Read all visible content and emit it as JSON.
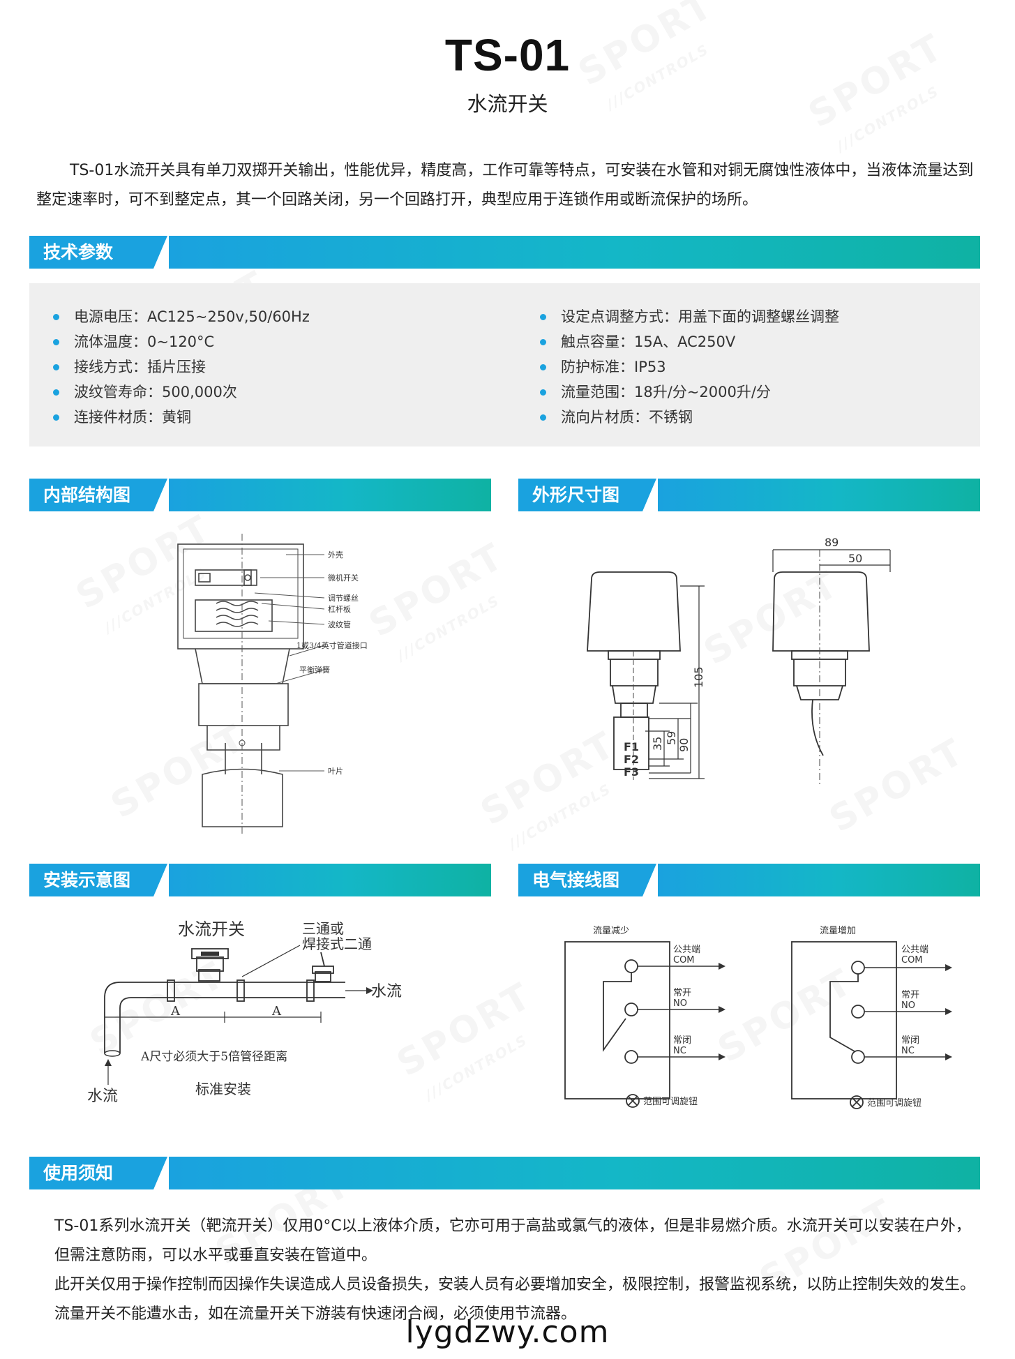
{
  "header": {
    "title": "TS-01",
    "subtitle": "水流开关"
  },
  "intro": "TS-01水流开关具有单刀双掷开关输出，性能优异，精度高，工作可靠等特点，可安装在水管和对铜无腐蚀性液体中，当液体流量达到整定速率时，可不到整定点，其一个回路关闭，另一个回路打开，典型应用于连锁作用或断流保护的场所。",
  "sections": {
    "tech": "技术参数",
    "structure": "内部结构图",
    "dimension": "外形尺寸图",
    "install": "安装示意图",
    "wiring": "电气接线图",
    "notice": "使用须知"
  },
  "specs_left": [
    "电源电压：AC125~250v,50/60Hz",
    "流体温度：0~120°C",
    "接线方式：插片压接",
    "波纹管寿命：500,000次",
    "连接件材质：黄铜"
  ],
  "specs_right": [
    "设定点调整方式：用盖下面的调整螺丝调整",
    "触点容量：15A、AC250V",
    "防护标准：IP53",
    "流量范围：18升/分~2000升/分",
    "流向片材质：不锈钢"
  ],
  "structure_labels": {
    "shell": "外壳",
    "microswitch": "微机开关",
    "screw": "调节螺丝",
    "lever": "杠杆板",
    "bellows": "波纹管",
    "port": "1或3/4英寸管道接口",
    "spring": "平衡弹簧",
    "blade": "叶片"
  },
  "dimension_labels": {
    "d89": "89",
    "d50": "50",
    "d105": "105",
    "d35": "35",
    "d59": "59",
    "d90": "90",
    "f1": "F1",
    "f2": "F2",
    "f3": "F3"
  },
  "install_labels": {
    "switch": "水流开关",
    "tee": "三通或",
    "tee2": "焊接式二通",
    "flow_out": "水流",
    "a1": "A",
    "a2": "A",
    "note": "A尺寸必须大于5倍管径距离",
    "flow_in": "水流",
    "standard": "标准安装"
  },
  "wiring_labels": {
    "left_title": "流量减少",
    "right_title": "流量增加",
    "com_cn": "公共端",
    "com": "COM",
    "no_cn": "常开",
    "no": "NO",
    "nc_cn": "常闭",
    "nc": "NC",
    "knob": "范围可调旋钮"
  },
  "notice": [
    "TS-01系列水流开关（靶流开关）仅用0°C以上液体介质，它亦可用于高盐或氯气的液体，但是非易燃介质。水流开关可以安装在户外，但需注意防雨，可以水平或垂直安装在管道中。",
    "此开关仅用于操作控制而因操作失误造成人员设备损失，安装人员有必要增加安全，极限控制，报警监视系统，以防止控制失效的发生。流量开关不能遭水击，如在流量开关下游装有快速闭合阀，必须使用节流器。"
  ],
  "footer_watermark": "lygdzwy.com",
  "watermark_text": "SPORT",
  "watermark_sub": "///CONTROLS",
  "colors": {
    "accent_blue": "#1aa2df",
    "accent_teal": "#0fb2a3",
    "spec_bg": "#efefef"
  }
}
